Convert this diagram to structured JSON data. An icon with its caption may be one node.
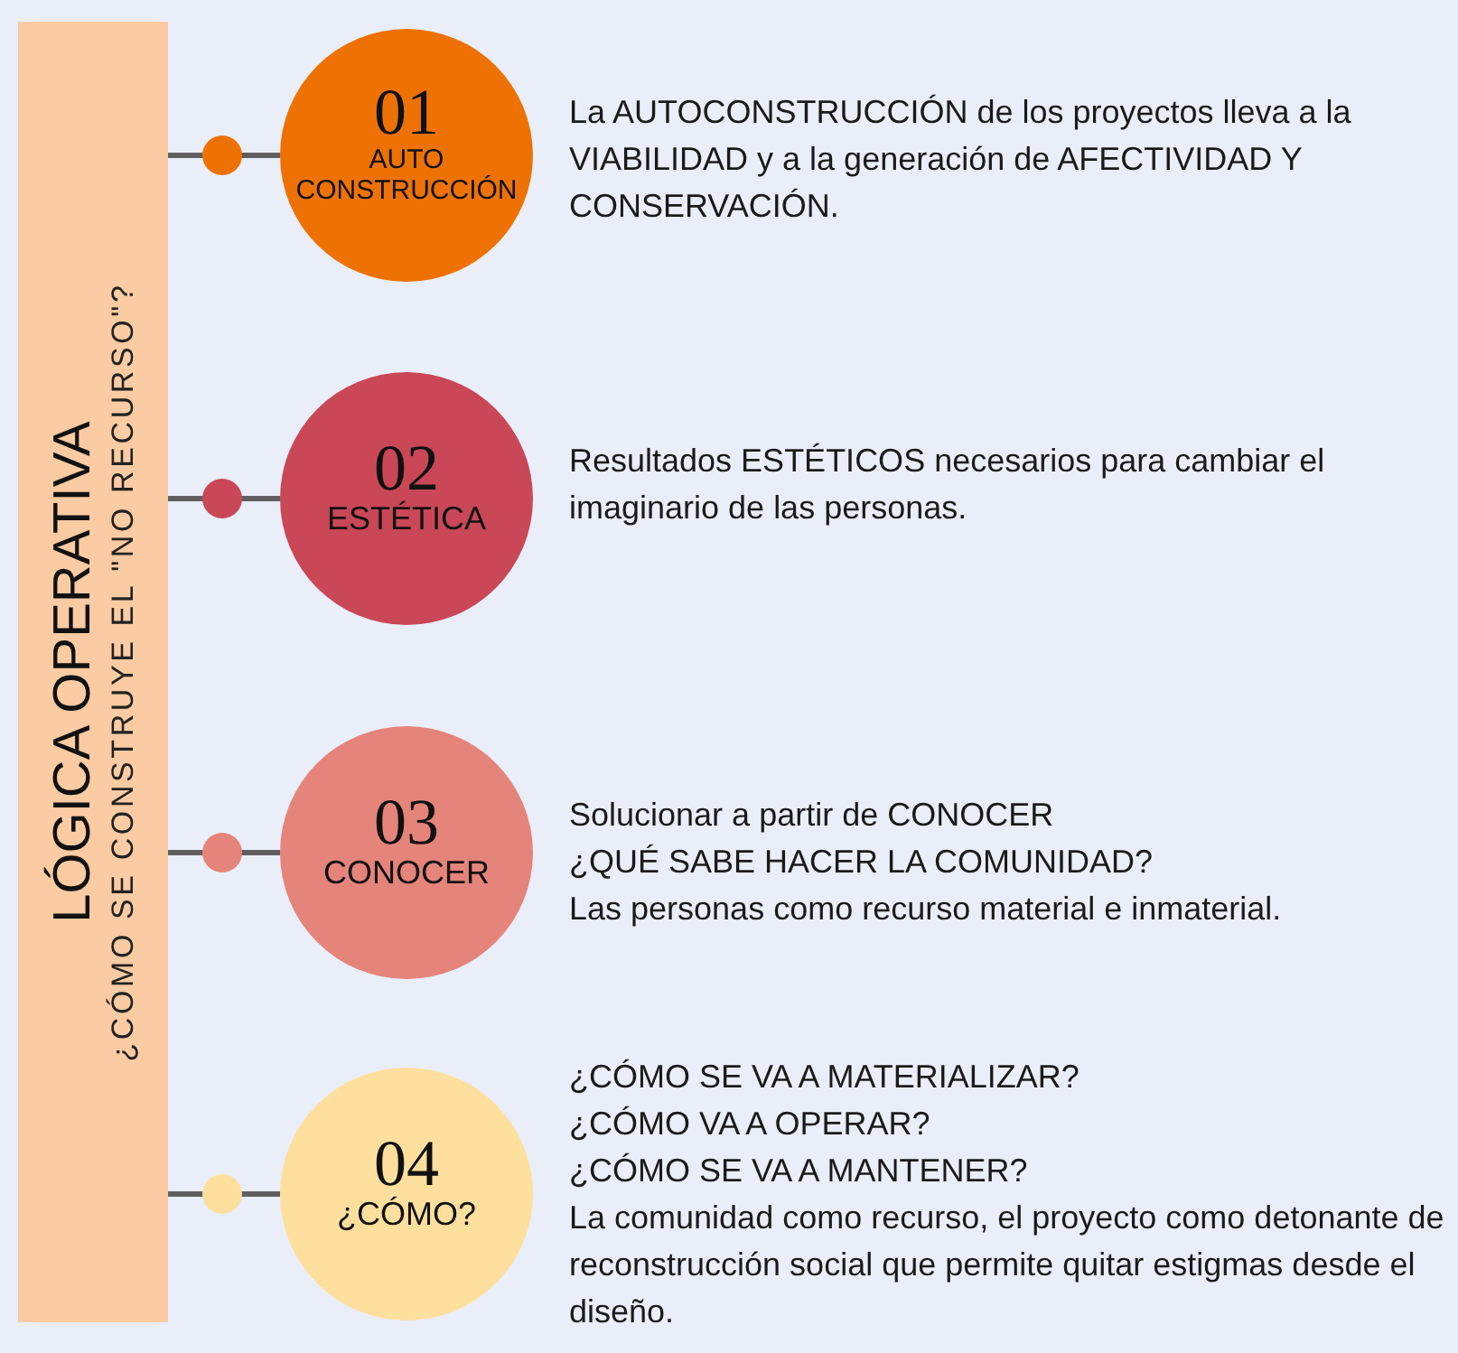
{
  "diagram": {
    "nodes": [
      {
        "text": [
          "LÓGICA OPERATIVA",
          "¿CÓMO SE CONSTRUYE EL \"NO RECURSO\"?"
        ]
      },
      {
        "text": [
          "01",
          "AUTO CONSTRUCCIÓN"
        ],
        "beside": [
          "La AUTOCONSTRUCCIÓN de los proyectos lleva a la VIABILIDAD y a la generación de AFECTIVIDAD Y CONSERVACIÓN."
        ]
      },
      {
        "text": [
          "02",
          "ESTÉTICA"
        ],
        "beside": [
          "Resultados ESTÉTICOS necesarios para cambiar el imaginario de las personas."
        ]
      },
      {
        "text": [
          "03",
          "CONOCER"
        ],
        "beside": [
          "Solucionar a partir de CONOCER",
          "¿QUÉ SABE HACER LA COMUNIDAD?",
          "Las personas como recurso material e inmaterial."
        ]
      },
      {
        "text": [
          "04",
          "¿CÓMO?"
        ],
        "beside": [
          "¿CÓMO SE VA A MATERIALIZAR?",
          "¿CÓMO VA A OPERAR?",
          "¿CÓMO SE VA A MANTENER?",
          "La comunidad como recurso, el proyecto como detonante de reconstrucción social que permite quitar estigmas desde el diseño."
        ]
      }
    ],
    "edges": [
      {
        "from": 0,
        "to": 1,
        "arrow": "none"
      },
      {
        "from": 0,
        "to": 2,
        "arrow": "none"
      },
      {
        "from": 0,
        "to": 3,
        "arrow": "none"
      },
      {
        "from": 0,
        "to": 4,
        "arrow": "none"
      }
    ]
  }
}
